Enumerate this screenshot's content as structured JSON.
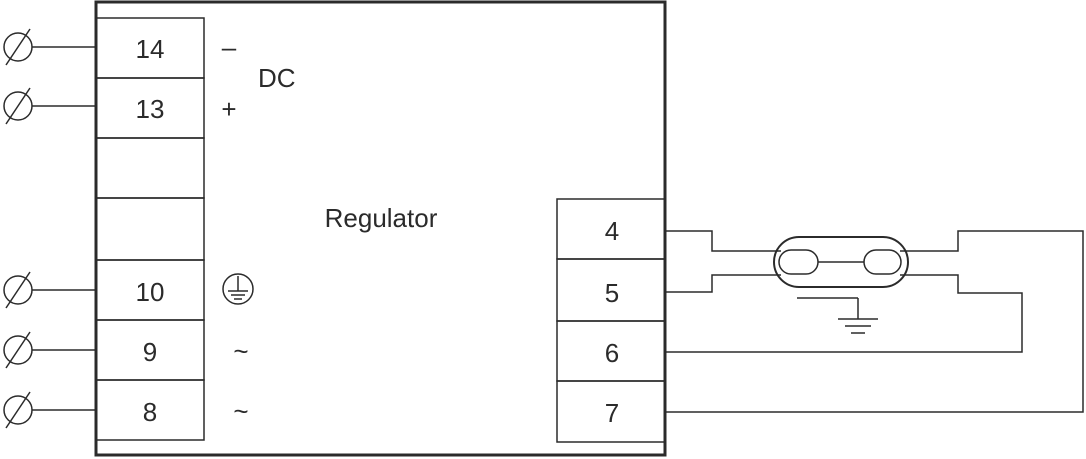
{
  "block": {
    "title": "Regulator"
  },
  "left_terminals": [
    {
      "number": "14",
      "symbol": "–"
    },
    {
      "number": "13",
      "symbol": "+"
    },
    {
      "number": "",
      "symbol": ""
    },
    {
      "number": "",
      "symbol": ""
    },
    {
      "number": "10",
      "symbol": "earth"
    },
    {
      "number": "9",
      "symbol": "~"
    },
    {
      "number": "8",
      "symbol": "~"
    }
  ],
  "supply_label": "DC",
  "right_terminals": [
    {
      "number": "4"
    },
    {
      "number": "5"
    },
    {
      "number": "6"
    },
    {
      "number": "7"
    }
  ],
  "icons": {
    "screw_terminal": "terminal-screw-icon",
    "earth": "protective-earth-icon",
    "ground": "ground-icon",
    "sensor": "capsule-sensor-icon"
  },
  "colors": {
    "line": "#2b2b2b",
    "background": "#ffffff"
  }
}
